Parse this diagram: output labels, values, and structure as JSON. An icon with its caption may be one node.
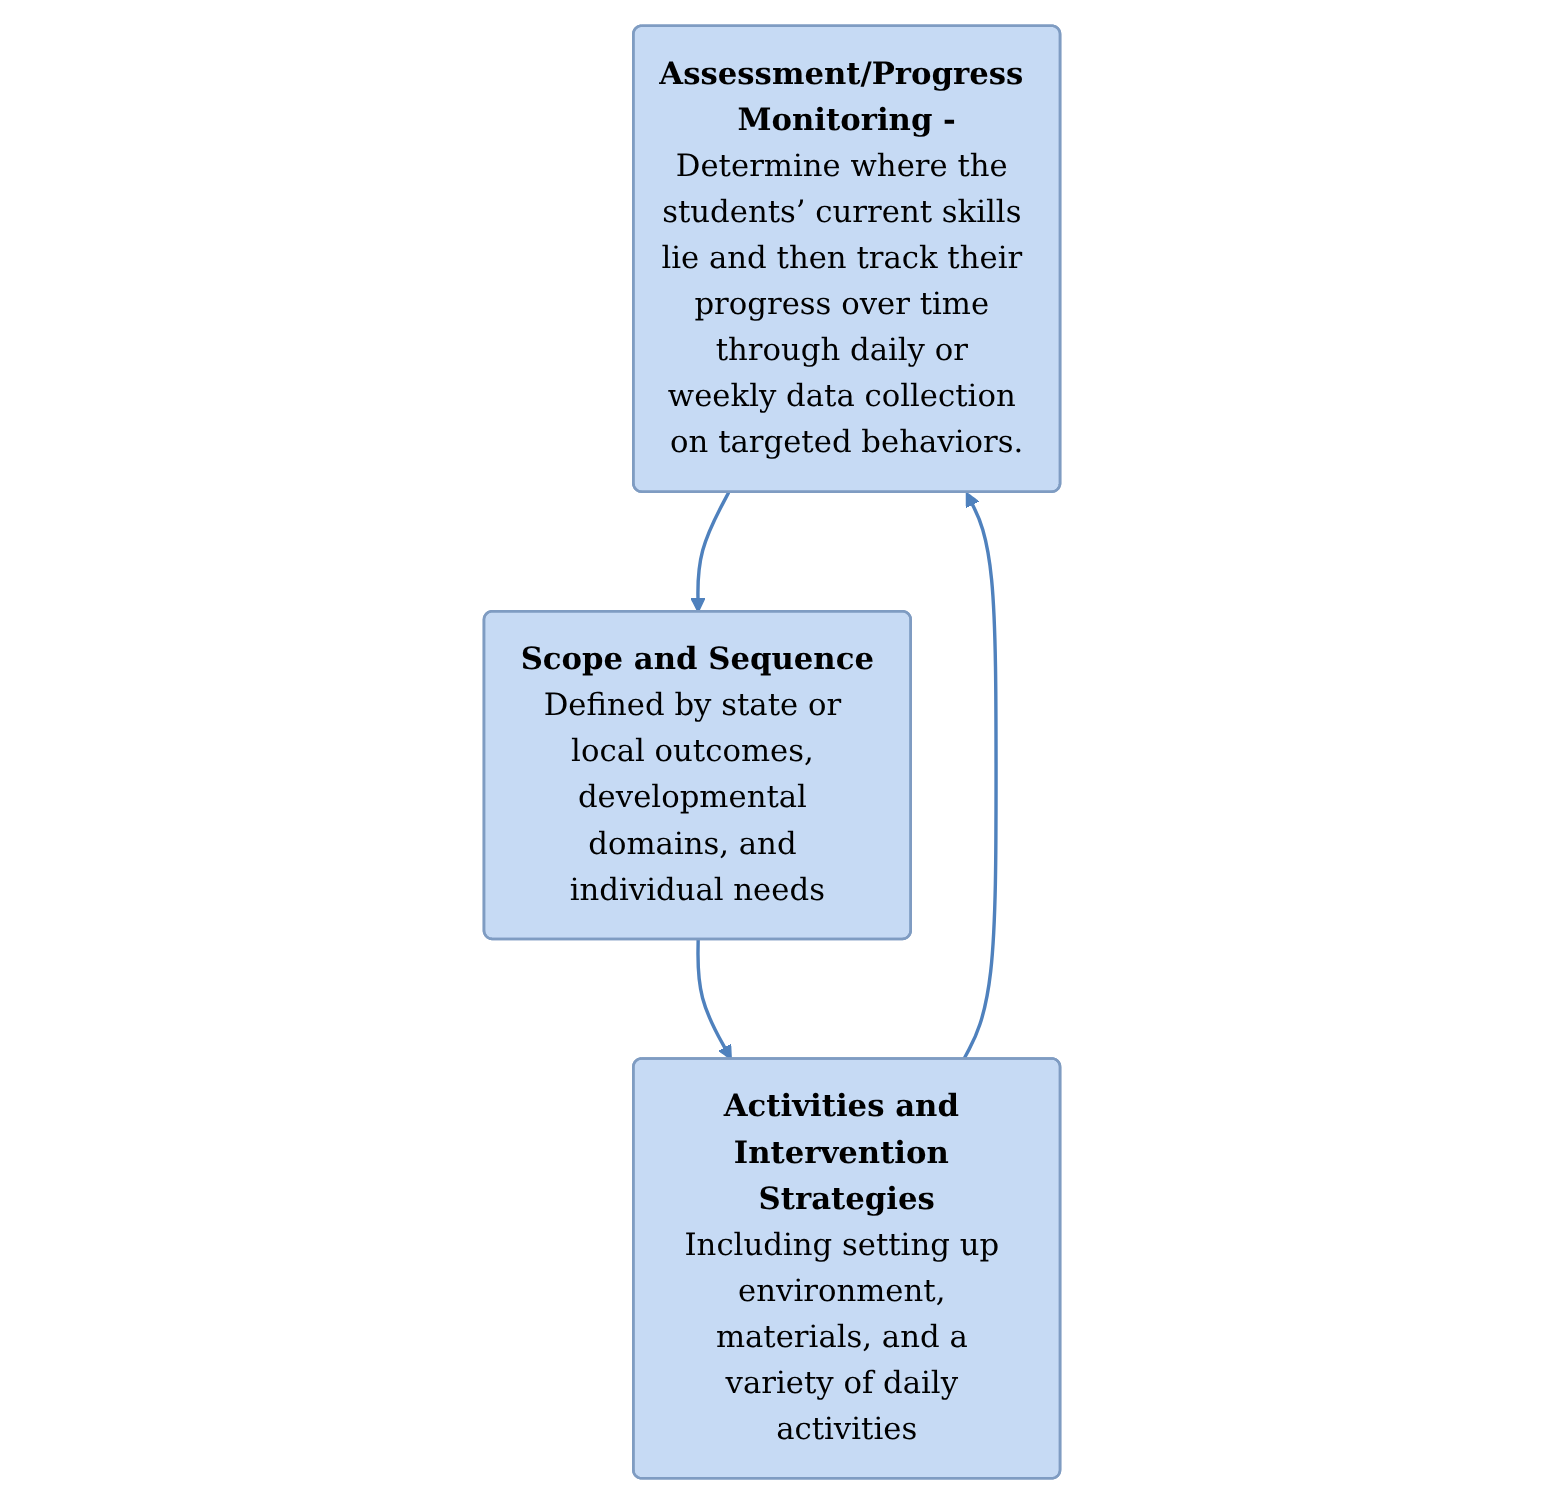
{
  "diagram": {
    "nodes": [
      {
        "text": [
          "Assessment/Progress Monitoring -",
          "Determine where the students’ current skills lie and then track their progress over time through daily or weekly data collection on targeted behaviors."
        ]
      },
      {
        "text": [
          "Activities and Intervention Strategies",
          "Including setting up environment, materials, and a variety of daily activities"
        ]
      },
      {
        "text": [
          "Scope and Sequence",
          "Defined by state or local outcomes, developmental domains, and individual needs"
        ]
      }
    ],
    "edges": [
      {
        "from": 0,
        "to": 2,
        "arrow": "to"
      },
      {
        "from": 2,
        "to": 1,
        "arrow": "to"
      },
      {
        "from": 1,
        "to": 0,
        "arrow": "to"
      }
    ]
  }
}
